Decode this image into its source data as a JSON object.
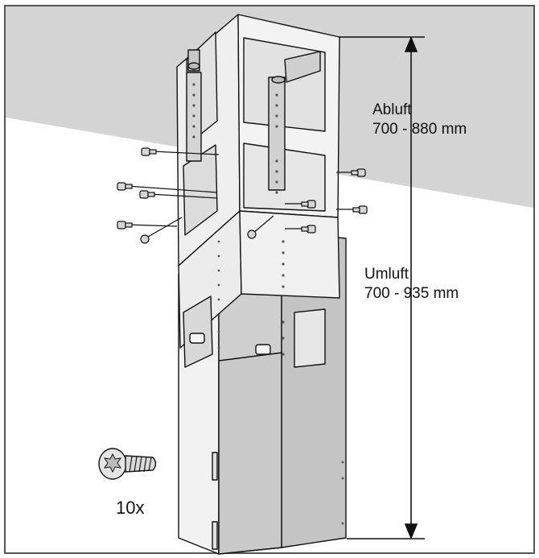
{
  "annotations": {
    "exhaust_title": "Abluft",
    "exhaust_range": "700 - 880 mm",
    "recirculation_title": "Umluft",
    "recirculation_range": "700 - 935 mm",
    "screw_quantity": "10x"
  },
  "colors": {
    "ceiling": "#d4d4d4",
    "wall": "#ffffff",
    "panel_light": "#ececec",
    "panel_dark": "#c6c6c6",
    "outline": "#111111",
    "frame_border": "#555555"
  },
  "icons": [
    "torx-screw-icon",
    "dimension-arrow-icon"
  ]
}
